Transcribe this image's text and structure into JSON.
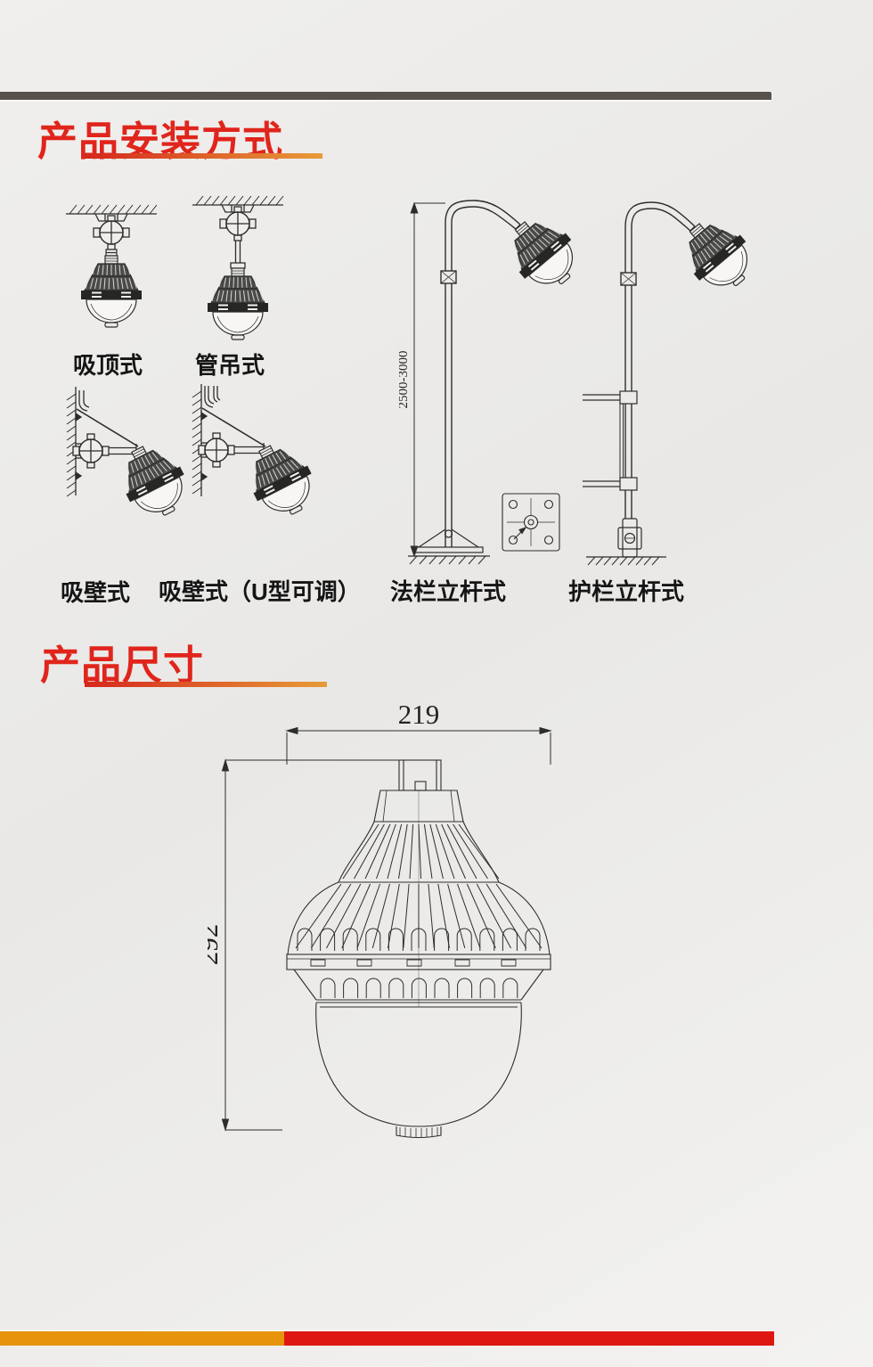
{
  "page": {
    "background": "#edecea",
    "top_bar_color": "#58514b",
    "heading_color": "#e0251c",
    "underline_gradient": [
      "#d5271c",
      "#e79b37"
    ],
    "line_art_color": "#2d2d2d",
    "bottom_bar": {
      "orange_color": "#e6940c",
      "red_color": "#df1712"
    }
  },
  "sections": {
    "installation": {
      "title": "产品安装方式"
    },
    "dimensions": {
      "title": "产品尺寸"
    }
  },
  "mounting": {
    "labels": {
      "ceiling": "吸顶式",
      "pipe": "管吊式",
      "wall": "吸壁式",
      "wall_u": "吸壁式（U型可调）",
      "flange_pole": "法栏立杆式",
      "guardrail_pole": "护栏立杆式"
    },
    "pole_height_range_mm": "2500-3000"
  },
  "dimensions_drawing": {
    "width_mm": "219",
    "height_mm": "292"
  }
}
